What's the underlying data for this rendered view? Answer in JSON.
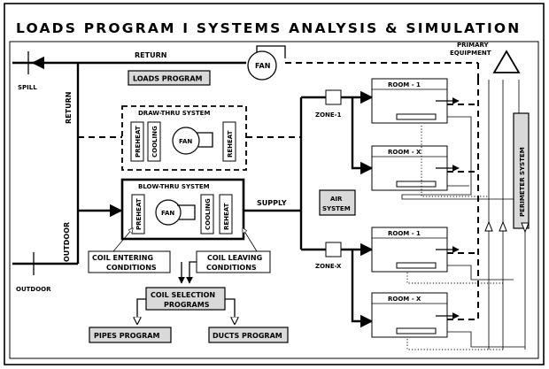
{
  "title": "LOADS PROGRAM  I  SYSTEMS ANALYSIS & SIMULATION",
  "labels": {
    "return_top": "RETURN",
    "return_side": "RETURN",
    "spill": "SPILL",
    "outdoor_side": "OUTDOOR",
    "outdoor_bottom": "OUTDOOR",
    "fan": "FAN",
    "supply": "SUPPLY",
    "zone1": "ZONE-1",
    "zonex": "ZONE-X",
    "primary_line1": "PRIMARY",
    "primary_line2": "EQUIPMENT",
    "perimeter": "PERIMETER SYSTEM",
    "air_system_line1": "AIR",
    "air_system_line2": "SYSTEM"
  },
  "programs": {
    "loads": "LOADS PROGRAM",
    "coil_selection_line1": "COIL SELECTION",
    "coil_selection_line2": "PROGRAMS",
    "pipes": "PIPES PROGRAM",
    "ducts": "DUCTS PROGRAM"
  },
  "draw_thru": {
    "title": "DRAW-THRU SYSTEM",
    "components": [
      "PREHEAT",
      "COOLING",
      "FAN",
      "REHEAT"
    ]
  },
  "blow_thru": {
    "title": "BLOW-THRU SYSTEM",
    "components": [
      "PREHEAT",
      "FAN",
      "COOLING",
      "REHEAT"
    ]
  },
  "coil_conditions": {
    "entering_line1": "COIL ENTERING",
    "entering_line2": "CONDITIONS",
    "leaving_line1": "COIL LEAVING",
    "leaving_line2": "CONDITIONS"
  },
  "rooms": [
    "ROOM - 1",
    "ROOM - X",
    "ROOM - 1",
    "ROOM - X"
  ]
}
